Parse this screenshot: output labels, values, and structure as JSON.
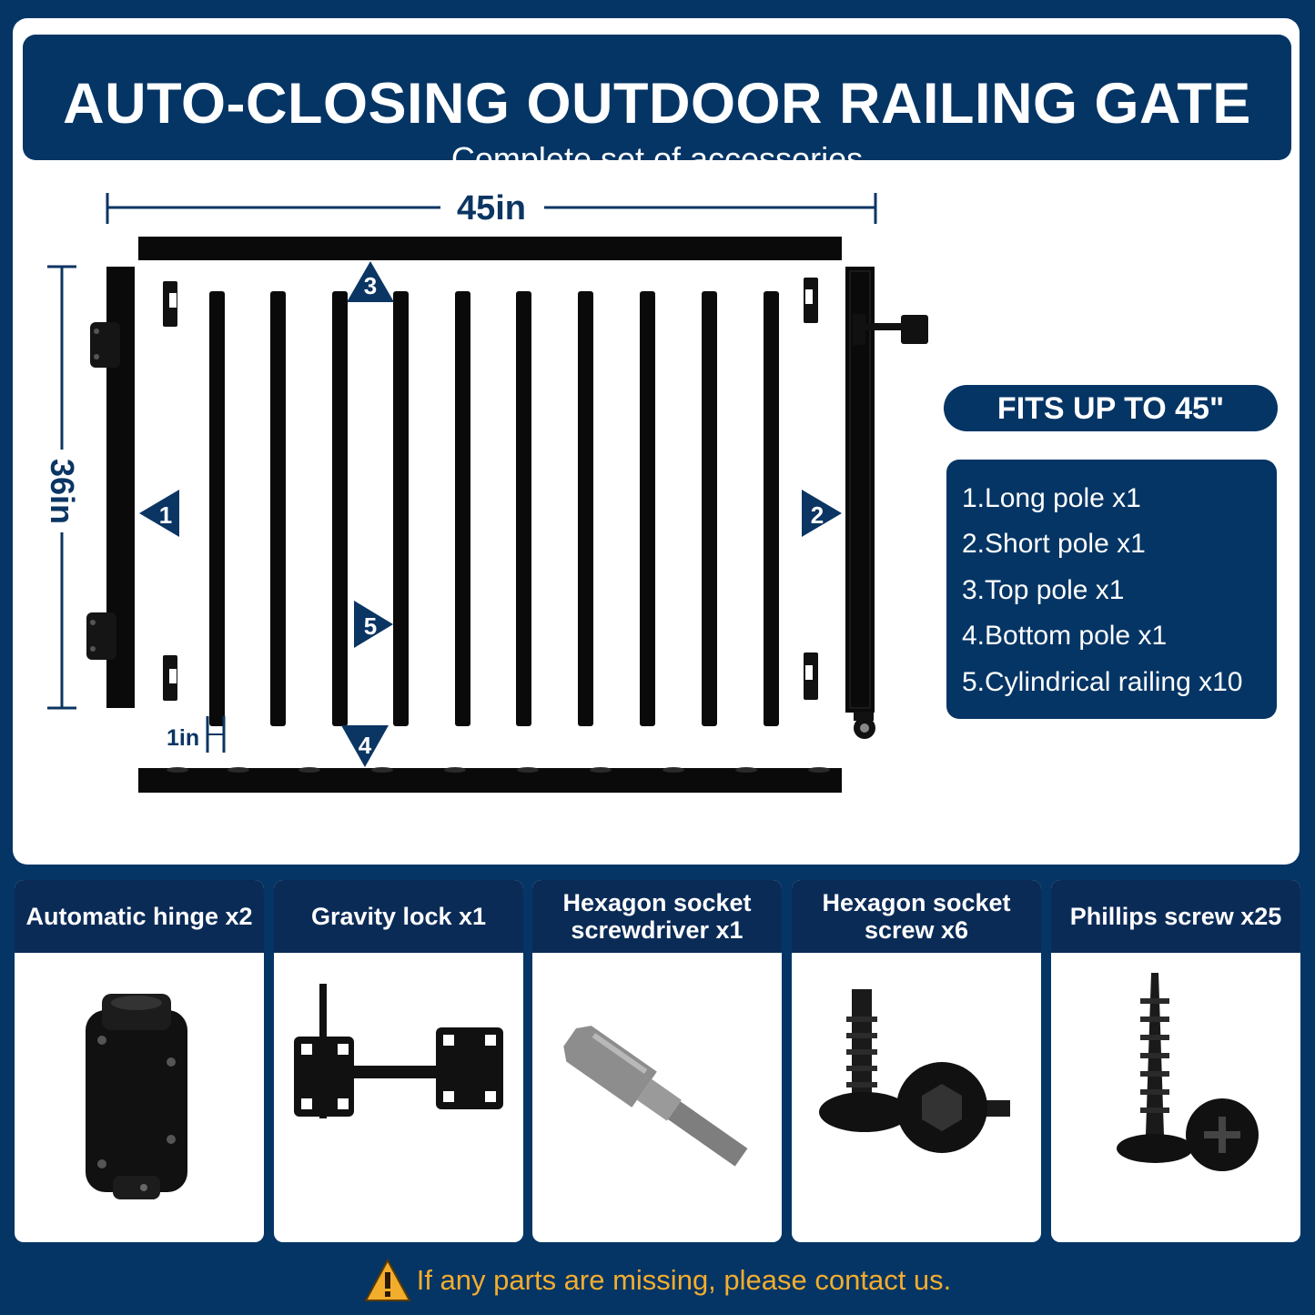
{
  "header": {
    "title": "AUTO-CLOSING OUTDOOR RAILING GATE",
    "subtitle": "Complete set of accessories"
  },
  "dimensions": {
    "width_label": "45in",
    "height_label": "36in",
    "gap_label": "1in"
  },
  "markers": [
    "1",
    "2",
    "3",
    "4",
    "5"
  ],
  "fits_badge": "FITS UP TO 45\"",
  "parts": [
    "1.Long pole x1",
    "2.Short pole x1",
    "3.Top pole x1",
    "4.Bottom pole x1",
    "5.Cylindrical railing x10"
  ],
  "accessories": [
    {
      "label": "Automatic hinge x2",
      "icon": "hinge-icon"
    },
    {
      "label": "Gravity lock x1",
      "icon": "gravity-lock-icon"
    },
    {
      "label": "Hexagon socket screwdriver x1",
      "icon": "screwdriver-bit-icon"
    },
    {
      "label": "Hexagon socket screw x6",
      "icon": "hex-screw-icon"
    },
    {
      "label": "Phillips screw x25",
      "icon": "phillips-screw-icon"
    }
  ],
  "footer": {
    "warning": "If any parts are missing, please contact us.",
    "icon": "warning-icon"
  },
  "colors": {
    "navy": "#053565",
    "dark_navy": "#0b2b57",
    "warning": "#f3ad2d"
  }
}
